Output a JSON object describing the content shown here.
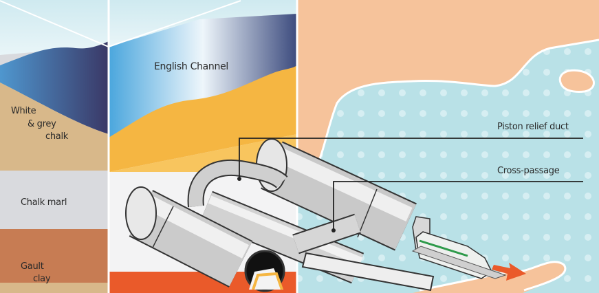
{
  "diagram": {
    "labels": {
      "english_channel": "English Channel",
      "white_grey_chalk_1": "White",
      "white_grey_chalk_2": "& grey",
      "white_grey_chalk_3": "chalk",
      "chalk_marl": "Chalk marl",
      "gault_clay_1": "Gault",
      "gault_clay_2": "clay",
      "piston_relief_duct": "Piston relief duct",
      "cross_passage": "Cross-passage"
    },
    "colors": {
      "land": "#f6c39b",
      "sea": "#b9e1e7",
      "navy": "#3d3d6b",
      "sand": "#f5b642",
      "chalk": "#d8b88a",
      "marl": "#d9dade",
      "clay": "#c77c53",
      "arrow": "#ea5a2a",
      "train_stripe": "#2e9a4a"
    }
  }
}
